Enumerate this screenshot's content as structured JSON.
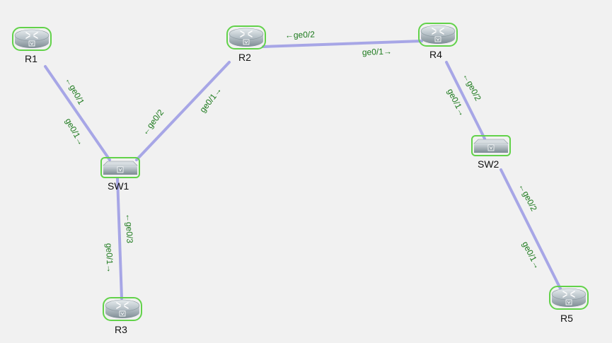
{
  "colors": {
    "background": "#f1f1f1",
    "link": "#a7a6e6",
    "port_label": "#1d7a1d",
    "device_outline": "#62d24a"
  },
  "nodes": {
    "r1": {
      "label": "R1",
      "kind": "router"
    },
    "r2": {
      "label": "R2",
      "kind": "router"
    },
    "r3": {
      "label": "R3",
      "kind": "router"
    },
    "r4": {
      "label": "R4",
      "kind": "router"
    },
    "r5": {
      "label": "R5",
      "kind": "router"
    },
    "sw1": {
      "label": "SW1",
      "kind": "switch"
    },
    "sw2": {
      "label": "SW2",
      "kind": "switch"
    }
  },
  "links": {
    "r1_sw1": {
      "from": "R1",
      "to": "SW1",
      "port_a": "←ge0/1",
      "port_b": "ge0/1→"
    },
    "sw1_r2": {
      "from": "SW1",
      "to": "R2",
      "port_a": "←ge0/2",
      "port_b": "ge0/1→"
    },
    "r2_r4": {
      "from": "R2",
      "to": "R4",
      "port_a": "←ge0/2",
      "port_b": "ge0/1→"
    },
    "sw1_r3": {
      "from": "SW1",
      "to": "R3",
      "port_a": "←ge0/3",
      "port_b": "ge0/1→"
    },
    "r4_sw2": {
      "from": "R4",
      "to": "SW2",
      "port_a": "←ge0/2",
      "port_b": "ge0/1→"
    },
    "sw2_r5": {
      "from": "SW2",
      "to": "R5",
      "port_a": "←ge0/2",
      "port_b": "ge0/1→"
    }
  },
  "icons": {
    "router": "router-icon",
    "switch": "switch-icon"
  }
}
